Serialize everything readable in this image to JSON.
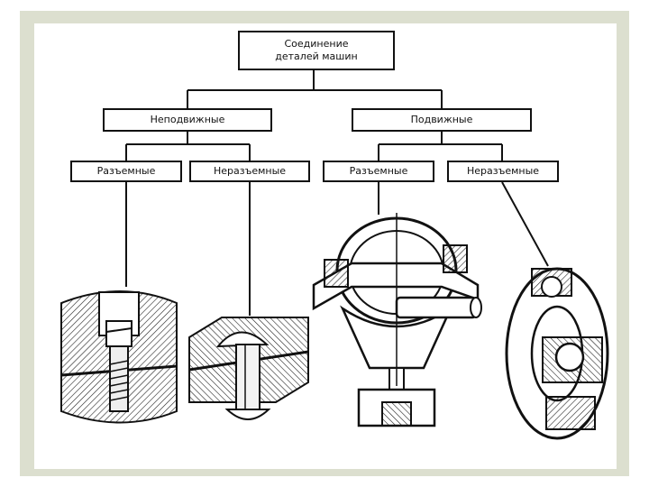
{
  "diagram": {
    "root": {
      "line1": "Соединение",
      "line2": "деталей машин"
    },
    "level1": [
      {
        "label": "Неподвижные"
      },
      {
        "label": "Подвижные"
      }
    ],
    "level2": [
      {
        "label": "Разъемные"
      },
      {
        "label": "Неразъемные"
      },
      {
        "label": "Разъемные"
      },
      {
        "label": "Неразъемные"
      }
    ],
    "illustrations": [
      {
        "icon": "bolted-joint-cutaway-icon"
      },
      {
        "icon": "riveted-joint-cutaway-icon"
      },
      {
        "icon": "split-bearing-housing-icon"
      },
      {
        "icon": "ball-bearing-icon"
      }
    ]
  },
  "colors": {
    "frame": "#dcdfcf",
    "ink": "#111111",
    "background": "#ffffff"
  }
}
